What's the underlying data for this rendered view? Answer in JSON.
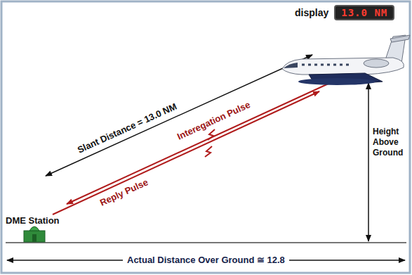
{
  "diagram": {
    "nodes": [
      {
        "text": [
          "display",
          "13.0 NM"
        ]
      }
    ],
    "labels": [
      "DME Station",
      "Slant Distance = 13.0 NM",
      "Interegation Pulse",
      "Reply Pulse",
      "Height Above Ground",
      "Actual Distance Over Ground ≅ 12.8"
    ]
  }
}
